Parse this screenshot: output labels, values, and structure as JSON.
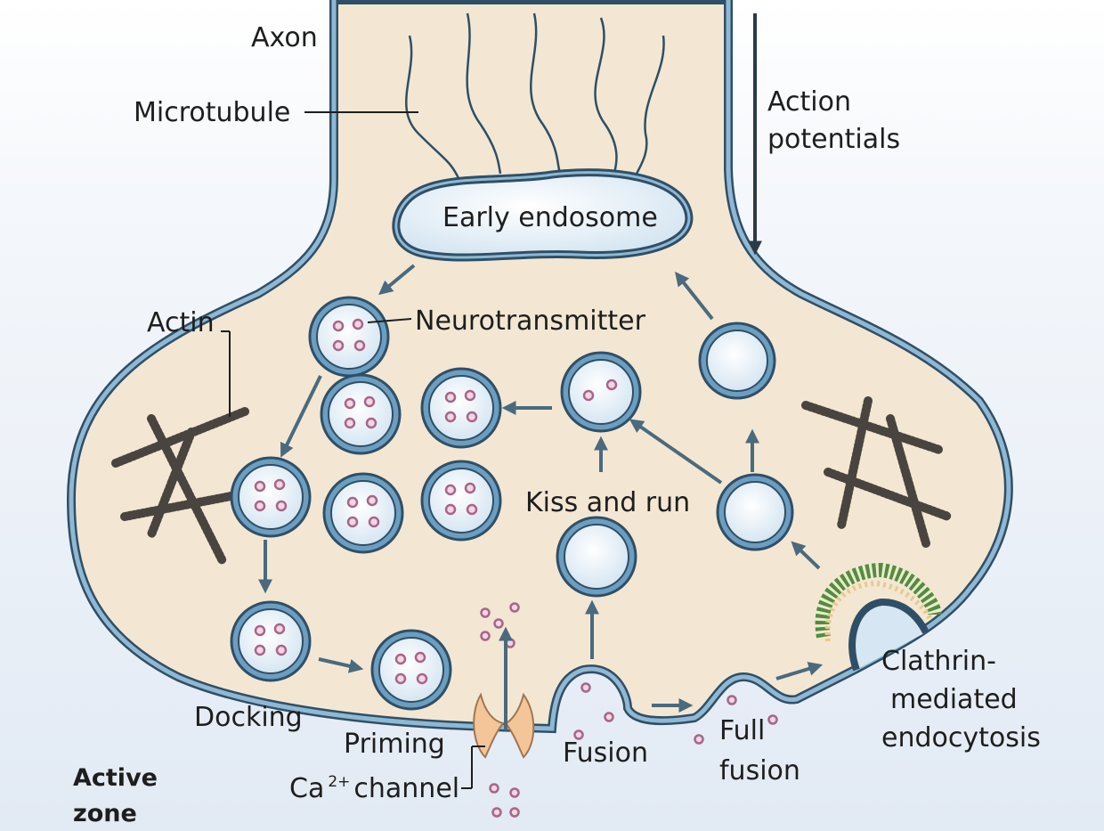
{
  "colors": {
    "cytoplasm": "#f3e7d3",
    "membrane": "#6b9ec0",
    "membrane_edge": "#2f4f66",
    "vesicle_fill": "#e6f0f8",
    "neurotransmitter": "#a8658a",
    "arrow": "#4a6a7e",
    "actin": "#4a4440",
    "channel": "#f5c59a",
    "clathrin": "#4f8f3c",
    "background_bottom": "#e8eef6"
  },
  "labels": {
    "axon": "Axon",
    "microtubule": "Microtubule",
    "action_potentials_line1": "Action",
    "action_potentials_line2": "potentials",
    "early_endosome": "Early endosome",
    "actin": "Actin",
    "neurotransmitter": "Neurotransmitter",
    "kiss_and_run": "Kiss and run",
    "docking": "Docking",
    "priming": "Priming",
    "fusion": "Fusion",
    "full_fusion_line1": "Full",
    "full_fusion_line2": "fusion",
    "clathrin_line1": "Clathrin-",
    "clathrin_line2": "mediated",
    "clathrin_line3": "endocytosis",
    "active_zone_line1": "Active",
    "active_zone_line2": "zone",
    "ca_channel_prefix": "Ca",
    "ca_channel_superscript": "2+",
    "ca_channel_suffix": " channel"
  },
  "icons": [
    "axon-terminal",
    "vesicle",
    "endosome",
    "actin-filament",
    "calcium-channel",
    "clathrin-coat"
  ]
}
